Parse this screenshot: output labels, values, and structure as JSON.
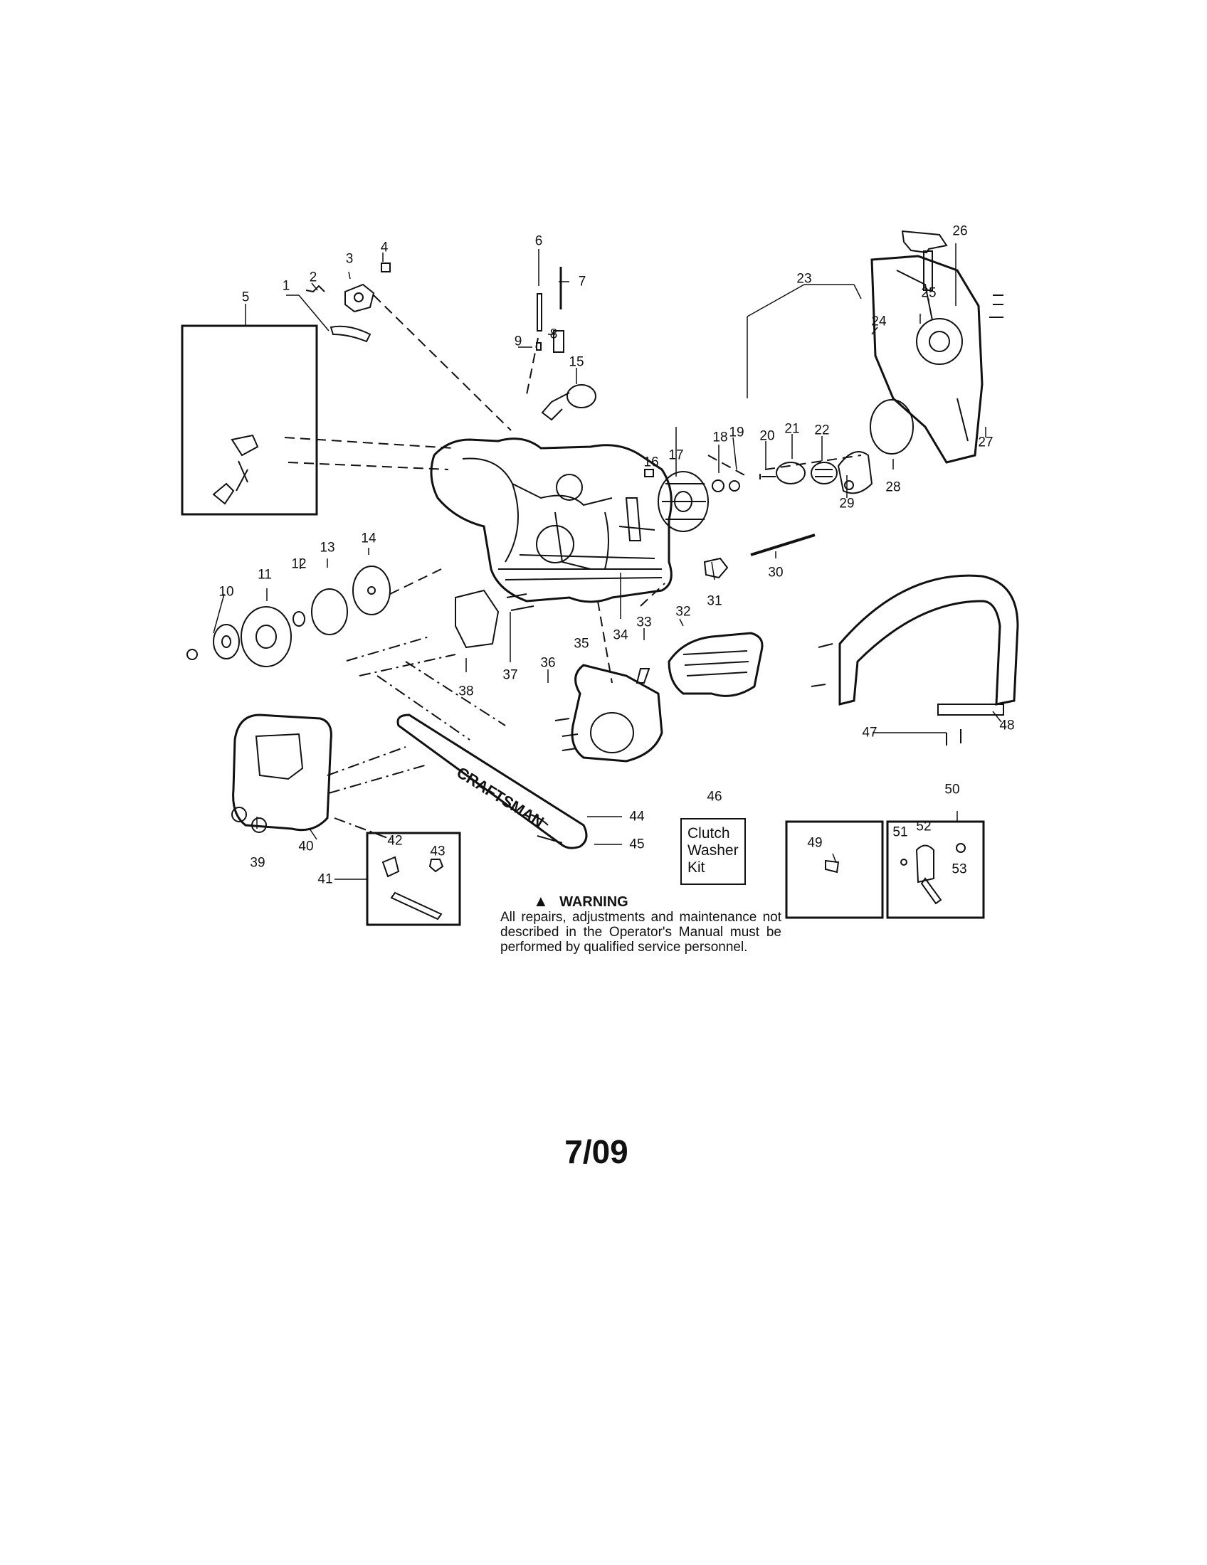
{
  "callouts": [
    "1",
    "2",
    "3",
    "4",
    "5",
    "6",
    "7",
    "8",
    "9",
    "10",
    "11",
    "12",
    "13",
    "14",
    "15",
    "16",
    "17",
    "18",
    "19",
    "20",
    "21",
    "22",
    "23",
    "24",
    "25",
    "26",
    "27",
    "28",
    "29",
    "30",
    "31",
    "32",
    "33",
    "34",
    "35",
    "36",
    "37",
    "38",
    "39",
    "40",
    "41",
    "42",
    "43",
    "44",
    "45",
    "46",
    "47",
    "48",
    "49",
    "50",
    "51",
    "52",
    "53"
  ],
  "bar_brand": "CRAFTSMAN",
  "kit_box": {
    "lines": [
      "Clutch",
      "Washer",
      "Kit"
    ]
  },
  "warning": {
    "title": "WARNING",
    "body": "All repairs, adjustments and maintenance not described in the Operator's Manual must be performed by qualified  service personnel."
  },
  "footer": {
    "date": "7/09"
  },
  "colors": {
    "ink": "#111111",
    "paper": "#ffffff"
  }
}
